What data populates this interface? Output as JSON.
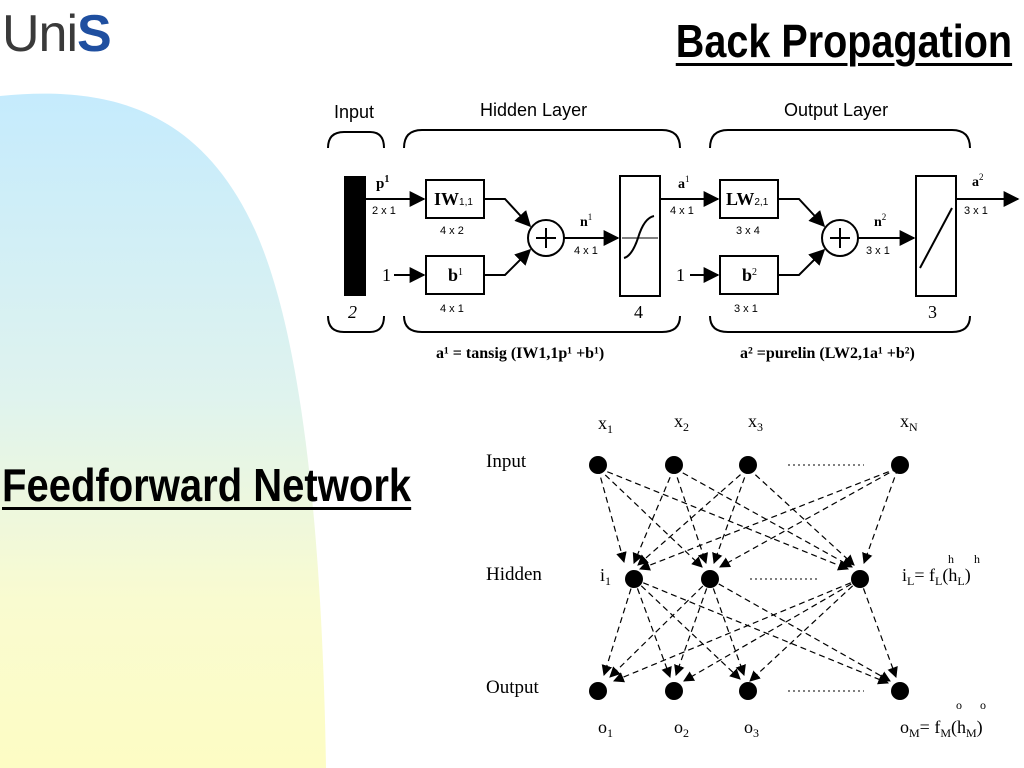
{
  "logo": {
    "part1": "Uni",
    "part2": "S"
  },
  "slide": {
    "title": "Back Propagation",
    "subtitle": "Feedforward Network"
  },
  "backprop": {
    "group_input": "Input",
    "group_hidden": "Hidden Layer",
    "group_output": "Output Layer",
    "p_label": "p",
    "p_sup": "1",
    "p_dim": "2 x 1",
    "input_size": "2",
    "bias_one_1": "1",
    "bias_one_2": "1",
    "iw_label": "IW",
    "iw_sub": "1,1",
    "iw_dim": "4 x 2",
    "b1_label": "b",
    "b1_sup": "1",
    "b1_dim": "4 x 1",
    "n1_label": "n",
    "n1_sup": "1",
    "n1_dim": "4 x 1",
    "layer1_size": "4",
    "a1_label": "a",
    "a1_sup": "1",
    "a1_dim": "4 x 1",
    "lw_label": "LW",
    "lw_sub": "2,1",
    "lw_dim": "3 x 4",
    "b2_label": "b",
    "b2_sup": "2",
    "b2_dim": "3 x 1",
    "n2_label": "n",
    "n2_sup": "2",
    "n2_dim": "3 x 1",
    "layer2_size": "3",
    "a2_label": "a",
    "a2_sup": "2",
    "a2_dim": "3 x 1",
    "eq1": "a¹ = tansig (IW1,1p¹ +b¹)",
    "eq2": "a² =purelin (LW2,1a¹ +b²)"
  },
  "ffnet": {
    "row_input": "Input",
    "row_hidden": "Hidden",
    "row_output": "Output",
    "x1": "x",
    "x1_sub": "1",
    "x2": "x",
    "x2_sub": "2",
    "x3": "x",
    "x3_sub": "3",
    "xN": "x",
    "xN_sub": "N",
    "i1": "i",
    "i1_sub": "1",
    "iL_eq": "i",
    "iL_eq_rest": "= f",
    "iL_h": "(h",
    "o1": "o",
    "o1_sub": "1",
    "o2": "o",
    "o2_sub": "2",
    "o3": "o",
    "o3_sub": "3",
    "oM_eq": "o",
    "oM_eq_rest": "= f",
    "oM_h": "(h",
    "sub_L": "L",
    "sup_h": "h",
    "sub_M": "M",
    "sup_o": "o",
    "close_paren": ")"
  },
  "colors": {
    "bg_blue": "#c8ecfc",
    "bg_yellow": "#fdfbc6",
    "logo_blue": "#1f4fa0"
  }
}
